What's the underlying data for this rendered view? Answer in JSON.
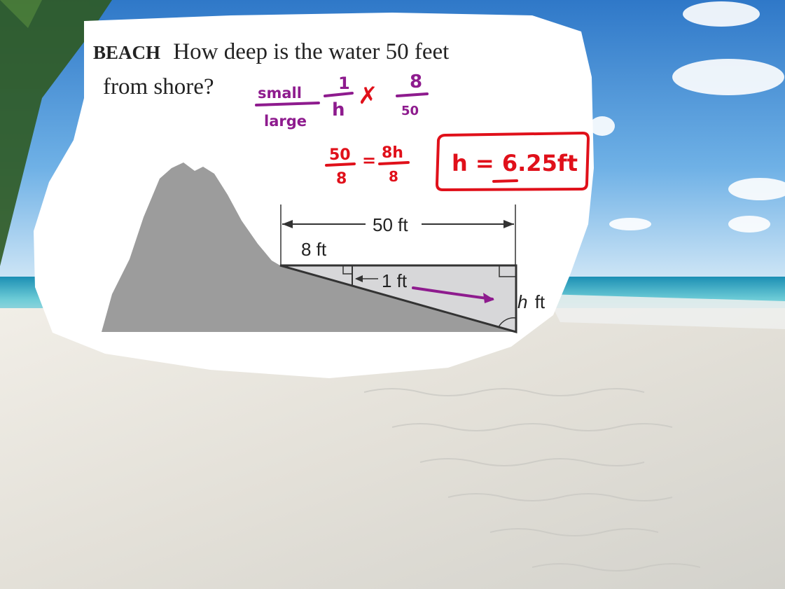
{
  "problem": {
    "label": "BEACH",
    "question_line1": "How deep is the water 50 feet",
    "question_line2": "from shore?"
  },
  "diagram": {
    "total_distance": "50 ft",
    "short_distance": "8 ft",
    "small_height": "1 ft",
    "depth_var": "h",
    "depth_unit": "ft"
  },
  "handwriting": {
    "small": "small",
    "large": "large",
    "ratio_left_num": "1",
    "ratio_left_den": "h",
    "ratio_right_num": "8",
    "ratio_right_den": "50",
    "cross": "✗",
    "eq_left_num": "50",
    "eq_left_den": "8",
    "eq_equals": "=",
    "eq_right_num": "8h",
    "eq_right_den": "8",
    "answer": "h = 6.25ft"
  },
  "colors": {
    "ink_purple": "#8e1b8e",
    "ink_red": "#e0101a",
    "rock": "#9c9c9c",
    "water_triangle": "#d7d7d9"
  }
}
